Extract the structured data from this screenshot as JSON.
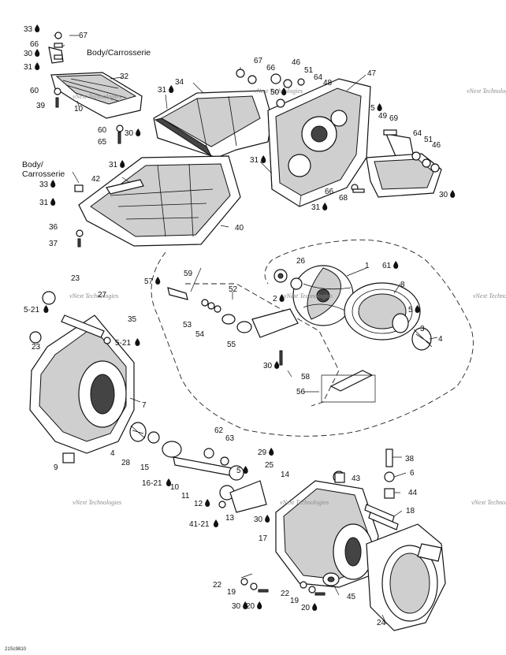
{
  "notes": {
    "body_top": "Body/Carrosserie",
    "body_left_1": "Body/",
    "body_left_2": "Carrosserie"
  },
  "watermark": "vNext Technologies",
  "diagram_code": "21Sc9810",
  "callouts": [
    {
      "id": "c33a",
      "text": "33",
      "drop": true
    },
    {
      "id": "c67a",
      "text": "67",
      "drop": false
    },
    {
      "id": "c66a",
      "text": "66",
      "drop": false
    },
    {
      "id": "c30a",
      "text": "30",
      "drop": true
    },
    {
      "id": "c31a",
      "text": "31",
      "drop": true
    },
    {
      "id": "c32",
      "text": "32",
      "drop": false
    },
    {
      "id": "c60a",
      "text": "60",
      "drop": false
    },
    {
      "id": "c39",
      "text": "39",
      "drop": false
    },
    {
      "id": "c10a",
      "text": "10",
      "drop": false
    },
    {
      "id": "c60b",
      "text": "60",
      "drop": false
    },
    {
      "id": "c30b",
      "text": "30",
      "drop": true
    },
    {
      "id": "c65",
      "text": "65",
      "drop": false
    },
    {
      "id": "c34",
      "text": "34",
      "drop": false
    },
    {
      "id": "c31b",
      "text": "31",
      "drop": true
    },
    {
      "id": "c67b",
      "text": "67",
      "drop": false
    },
    {
      "id": "c66b",
      "text": "66",
      "drop": false
    },
    {
      "id": "c46a",
      "text": "46",
      "drop": false
    },
    {
      "id": "c51a",
      "text": "51",
      "drop": false
    },
    {
      "id": "c64a",
      "text": "64",
      "drop": false
    },
    {
      "id": "c48",
      "text": "48",
      "drop": false
    },
    {
      "id": "c47",
      "text": "47",
      "drop": false
    },
    {
      "id": "c50",
      "text": "50",
      "drop": true
    },
    {
      "id": "c5a",
      "text": "5",
      "drop": true
    },
    {
      "id": "c49",
      "text": "49",
      "drop": false
    },
    {
      "id": "c69",
      "text": "69",
      "drop": false
    },
    {
      "id": "c64b",
      "text": "64",
      "drop": false
    },
    {
      "id": "c51b",
      "text": "51",
      "drop": false
    },
    {
      "id": "c46b",
      "text": "46",
      "drop": false
    },
    {
      "id": "c30c",
      "text": "30",
      "drop": true
    },
    {
      "id": "c31c",
      "text": "31",
      "drop": true
    },
    {
      "id": "c66c",
      "text": "66",
      "drop": false
    },
    {
      "id": "c68",
      "text": "68",
      "drop": false
    },
    {
      "id": "c31d",
      "text": "31",
      "drop": true
    },
    {
      "id": "c31e",
      "text": "31",
      "drop": true
    },
    {
      "id": "c42",
      "text": "42",
      "drop": false
    },
    {
      "id": "c33b",
      "text": "33",
      "drop": true
    },
    {
      "id": "c31f",
      "text": "31",
      "drop": true
    },
    {
      "id": "c40",
      "text": "40",
      "drop": false
    },
    {
      "id": "c36",
      "text": "36",
      "drop": false
    },
    {
      "id": "c37",
      "text": "37",
      "drop": false
    },
    {
      "id": "c26",
      "text": "26",
      "drop": false
    },
    {
      "id": "c1",
      "text": "1",
      "drop": false
    },
    {
      "id": "c61",
      "text": "61",
      "drop": true
    },
    {
      "id": "c8",
      "text": "8",
      "drop": false
    },
    {
      "id": "c2",
      "text": "2",
      "drop": true
    },
    {
      "id": "c57",
      "text": "57",
      "drop": true
    },
    {
      "id": "c59",
      "text": "59",
      "drop": false
    },
    {
      "id": "c52",
      "text": "52",
      "drop": false
    },
    {
      "id": "c23a",
      "text": "23",
      "drop": false
    },
    {
      "id": "c27",
      "text": "27",
      "drop": false
    },
    {
      "id": "c521a",
      "text": "5-21",
      "drop": true
    },
    {
      "id": "c35",
      "text": "35",
      "drop": false
    },
    {
      "id": "c53",
      "text": "53",
      "drop": false
    },
    {
      "id": "c54",
      "text": "54",
      "drop": false
    },
    {
      "id": "c55",
      "text": "55",
      "drop": false
    },
    {
      "id": "c5b",
      "text": "5",
      "drop": true
    },
    {
      "id": "c3",
      "text": "3",
      "drop": false
    },
    {
      "id": "c4a",
      "text": "4",
      "drop": false
    },
    {
      "id": "c23b",
      "text": "23",
      "drop": false
    },
    {
      "id": "c521b",
      "text": "5-21",
      "drop": true
    },
    {
      "id": "c30d",
      "text": "30",
      "drop": true
    },
    {
      "id": "c58",
      "text": "58",
      "drop": false
    },
    {
      "id": "c56",
      "text": "56",
      "drop": false
    },
    {
      "id": "c7",
      "text": "7",
      "drop": false
    },
    {
      "id": "c62",
      "text": "62",
      "drop": false
    },
    {
      "id": "c63",
      "text": "63",
      "drop": false
    },
    {
      "id": "c4b",
      "text": "4",
      "drop": false
    },
    {
      "id": "c28",
      "text": "28",
      "drop": false
    },
    {
      "id": "c29",
      "text": "29",
      "drop": true
    },
    {
      "id": "c9",
      "text": "9",
      "drop": false
    },
    {
      "id": "c15",
      "text": "15",
      "drop": false
    },
    {
      "id": "c1621",
      "text": "16-21",
      "drop": true
    },
    {
      "id": "c10b",
      "text": "10",
      "drop": false
    },
    {
      "id": "c5c",
      "text": "5",
      "drop": true
    },
    {
      "id": "c25",
      "text": "25",
      "drop": false
    },
    {
      "id": "c14",
      "text": "14",
      "drop": false
    },
    {
      "id": "c38",
      "text": "38",
      "drop": false
    },
    {
      "id": "c43",
      "text": "43",
      "drop": false
    },
    {
      "id": "c6",
      "text": "6",
      "drop": false
    },
    {
      "id": "c44",
      "text": "44",
      "drop": false
    },
    {
      "id": "c11",
      "text": "11",
      "drop": false
    },
    {
      "id": "c12",
      "text": "12",
      "drop": true
    },
    {
      "id": "c13",
      "text": "13",
      "drop": false
    },
    {
      "id": "c30e",
      "text": "30",
      "drop": true
    },
    {
      "id": "c18",
      "text": "18",
      "drop": false
    },
    {
      "id": "c4121",
      "text": "41-21",
      "drop": true
    },
    {
      "id": "c17",
      "text": "17",
      "drop": false
    },
    {
      "id": "c22a",
      "text": "22",
      "drop": false
    },
    {
      "id": "c19a",
      "text": "19",
      "drop": false
    },
    {
      "id": "c30f",
      "text": "30",
      "drop": true
    },
    {
      "id": "c20a",
      "text": "20",
      "drop": true
    },
    {
      "id": "c22b",
      "text": "22",
      "drop": false
    },
    {
      "id": "c19b",
      "text": "19",
      "drop": false
    },
    {
      "id": "c20b",
      "text": "20",
      "drop": true
    },
    {
      "id": "c45",
      "text": "45",
      "drop": false
    },
    {
      "id": "c24",
      "text": "24",
      "drop": false
    }
  ]
}
